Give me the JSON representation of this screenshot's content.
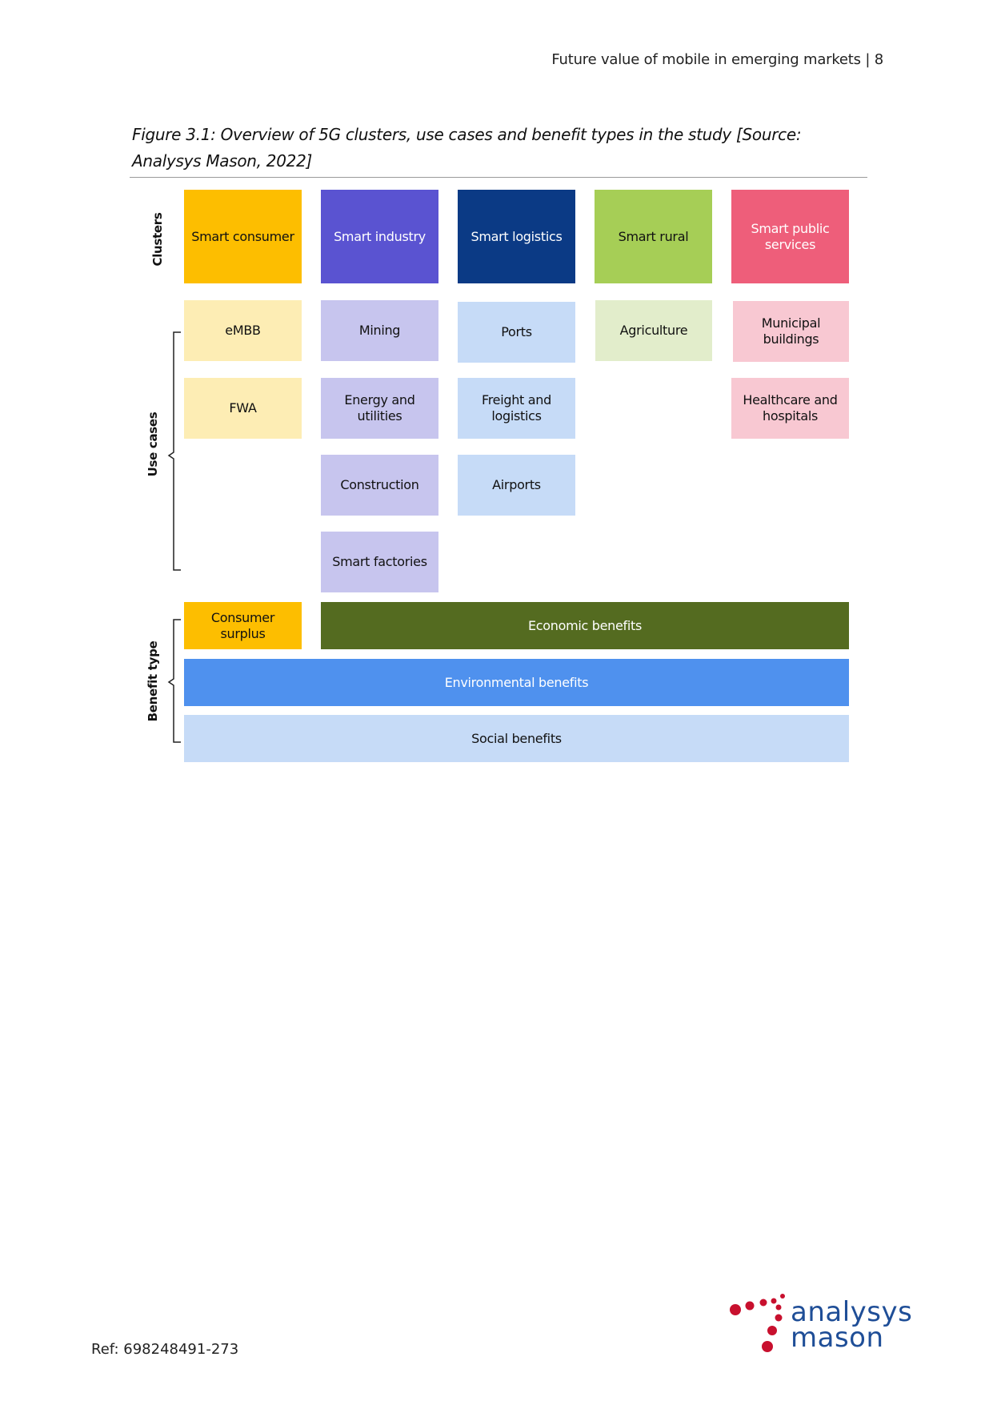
{
  "header": {
    "text": "Future value of mobile in emerging markets  |  8"
  },
  "caption": "Figure 3.1: Overview of 5G clusters, use cases and benefit types in the study [Source: Analysys Mason, 2022]",
  "row_labels": {
    "clusters": "Clusters",
    "use_cases": "Use cases",
    "benefit_type": "Benefit type"
  },
  "clusters": [
    {
      "label": "Smart consumer",
      "color": "#FDBE00"
    },
    {
      "label": "Smart industry",
      "color": "#5A53D1"
    },
    {
      "label": "Smart logistics",
      "color": "#0B3A85"
    },
    {
      "label": "Smart rural",
      "color": "#A6CE56"
    },
    {
      "label": "Smart public services",
      "color": "#EE5E7A"
    }
  ],
  "use_cases": {
    "consumer": [
      "eMBB",
      "FWA"
    ],
    "industry": [
      "Mining",
      "Energy and utilities",
      "Construction",
      "Smart factories"
    ],
    "logistics": [
      "Ports",
      "Freight and logistics",
      "Airports"
    ],
    "rural": [
      "Agriculture"
    ],
    "public": [
      "Municipal buildings",
      "Healthcare and hospitals"
    ]
  },
  "benefits": {
    "consumer_surplus": "Consumer surplus",
    "economic": "Economic benefits",
    "environmental": "Environmental benefits",
    "social": "Social benefits"
  },
  "colors": {
    "consumer_light": "#FDEDB4",
    "industry_light": "#C7C5EE",
    "logistics_light": "#C6DBF7",
    "rural_light": "#E2EDCB",
    "public_light": "#F8C8D2",
    "economic": "#546B20",
    "environmental": "#4F91EE",
    "social": "#C6DBF7",
    "logo_red": "#C8102E",
    "logo_blue": "#1F4E97"
  },
  "footer": {
    "ref": "Ref: 698248491-273"
  },
  "logo": {
    "line1": "analysys",
    "line2": "mason"
  }
}
